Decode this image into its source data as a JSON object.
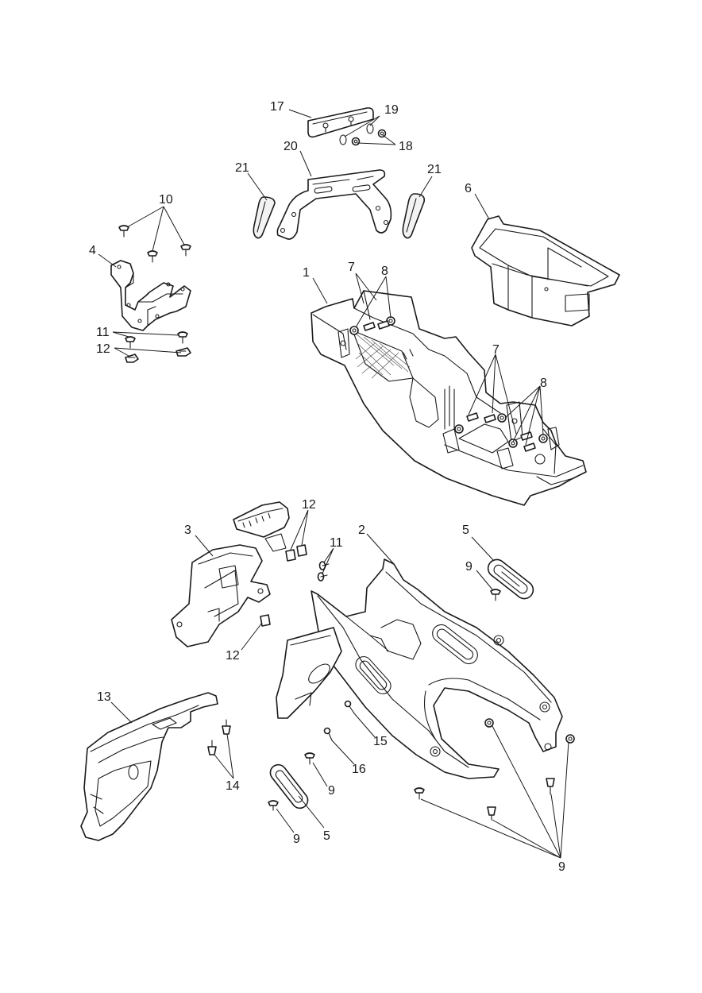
{
  "callouts": {
    "c1": "1",
    "c2": "2",
    "c3": "3",
    "c4": "4",
    "c5a": "5",
    "c5b": "5",
    "c6": "6",
    "c7a": "7",
    "c7b": "7",
    "c8a": "8",
    "c8b": "8",
    "c9a": "9",
    "c9b": "9",
    "c9c": "9",
    "c9d": "9",
    "c10": "10",
    "c11a": "11",
    "c11b": "11",
    "c12a": "12",
    "c12b": "12",
    "c12c": "12",
    "c13": "13",
    "c14": "14",
    "c15": "15",
    "c16": "16",
    "c17": "17",
    "c18": "18",
    "c19": "19",
    "c20": "20",
    "c21a": "21",
    "c21b": "21"
  },
  "colors": {
    "line": "#1a1a1a",
    "background": "#ffffff"
  }
}
